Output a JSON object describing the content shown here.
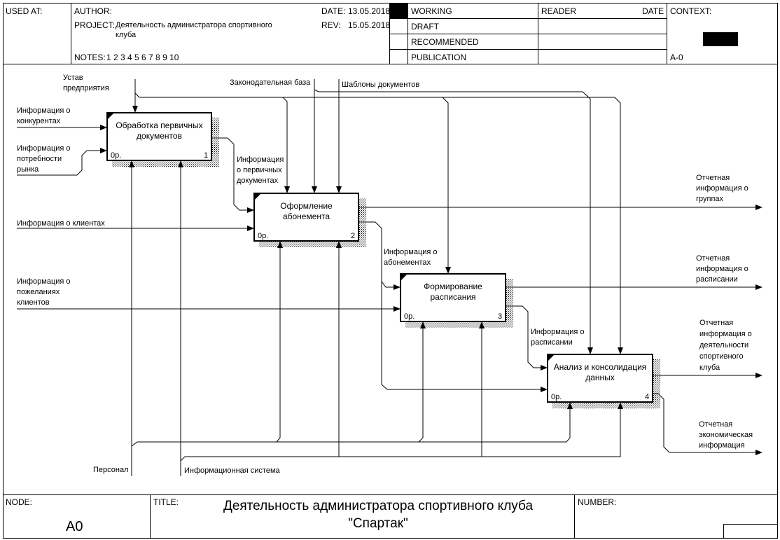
{
  "header": {
    "used_at_label": "USED AT:",
    "author_label": "AUTHOR:",
    "project_label": "PROJECT:",
    "project_value": "Деятельность администратора спортивного клуба",
    "notes_label": "NOTES:",
    "notes_value": "1  2  3  4  5  6  7  8  9  10",
    "date_label": "DATE:",
    "date_value": "13.05.2018",
    "rev_label": "REV:",
    "rev_value": "15.05.2018",
    "status": [
      "WORKING",
      "DRAFT",
      "RECOMMENDED",
      "PUBLICATION"
    ],
    "reader_label": "READER",
    "reader_date_label": "DATE",
    "context_label": "CONTEXT:",
    "context_node": "A-0"
  },
  "footer": {
    "node_label": "NODE:",
    "node_value": "A0",
    "title_label": "TITLE:",
    "title_line1": "Деятельность администратора  спортивного клуба",
    "title_line2": "\"Спартак\"",
    "number_label": "NUMBER:"
  },
  "boxes": [
    {
      "line1": "Обработка первичных",
      "line2": "документов",
      "cost": "0р.",
      "num": "1"
    },
    {
      "line1": "Оформление",
      "line2": "абонемента",
      "cost": "0р.",
      "num": "2"
    },
    {
      "line1": "Формирование",
      "line2": "расписания",
      "cost": "0р.",
      "num": "3"
    },
    {
      "line1": "Анализ и консолидация",
      "line2": "данных",
      "cost": "0р.",
      "num": "4"
    }
  ],
  "arrows": {
    "ustav": [
      "Устав",
      "предприятия"
    ],
    "konkurenty": [
      "Информация о",
      "конкурентах"
    ],
    "potrebnosti": [
      "Информация о",
      "потребности",
      "рынка"
    ],
    "klienty": "Информация о клиентах",
    "pozhelaniya": [
      "Информация о",
      "пожеланиях",
      "клиентов"
    ],
    "zakon": "Законодательная база",
    "shablony": "Шаблоны документов",
    "pervichnye": [
      "Информация",
      "о первичных",
      "документах"
    ],
    "abonementy": [
      "Информация о",
      "абонементах"
    ],
    "raspisanie": [
      "Информация о",
      "расписании"
    ],
    "personal": "Персонал",
    "infosystem": "Информационная система",
    "out_gruppy": [
      "Отчетная",
      "информация о",
      "группах"
    ],
    "out_raspisanie": [
      "Отчетная",
      "информация о",
      "расписании"
    ],
    "out_deyatelnost": [
      "Отчетная",
      "информация о",
      "деятельности",
      "спортивного",
      "клуба"
    ],
    "out_econ": [
      "Отчетная",
      "экономическая",
      "информация"
    ]
  }
}
